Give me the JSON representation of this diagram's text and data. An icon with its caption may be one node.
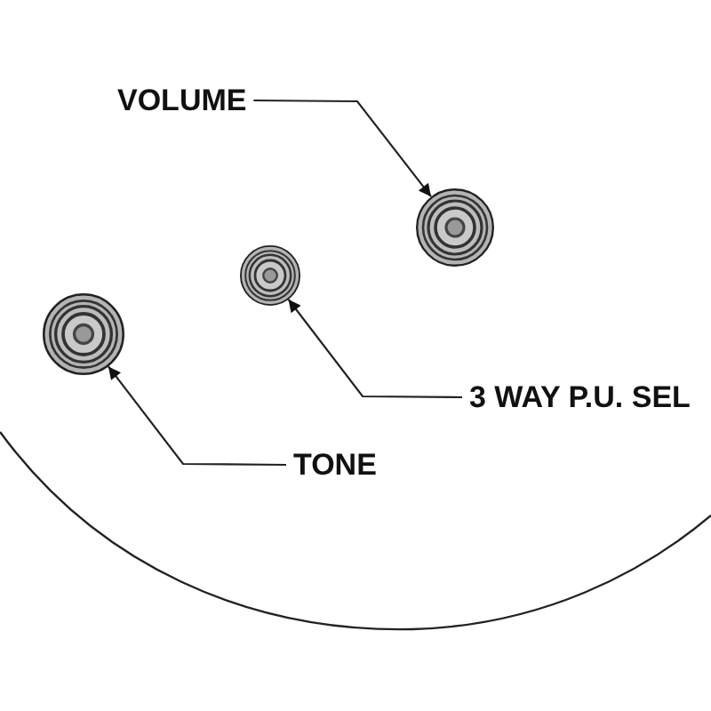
{
  "diagram": {
    "nodes": [
      {
        "text": [
          "VOLUME"
        ]
      },
      {
        "text": [],
        "shape": "circle"
      },
      {
        "text": [],
        "shape": "circle"
      },
      {
        "text": [],
        "shape": "circle"
      },
      {
        "text": [
          "3 WAY P.U. SEL"
        ]
      },
      {
        "text": [
          "TONE"
        ]
      }
    ],
    "edges": [
      {
        "from": 0,
        "to": 1,
        "arrow": "to"
      },
      {
        "from": 4,
        "to": 2,
        "arrow": "to"
      },
      {
        "from": 5,
        "to": 3,
        "arrow": "to"
      }
    ]
  }
}
